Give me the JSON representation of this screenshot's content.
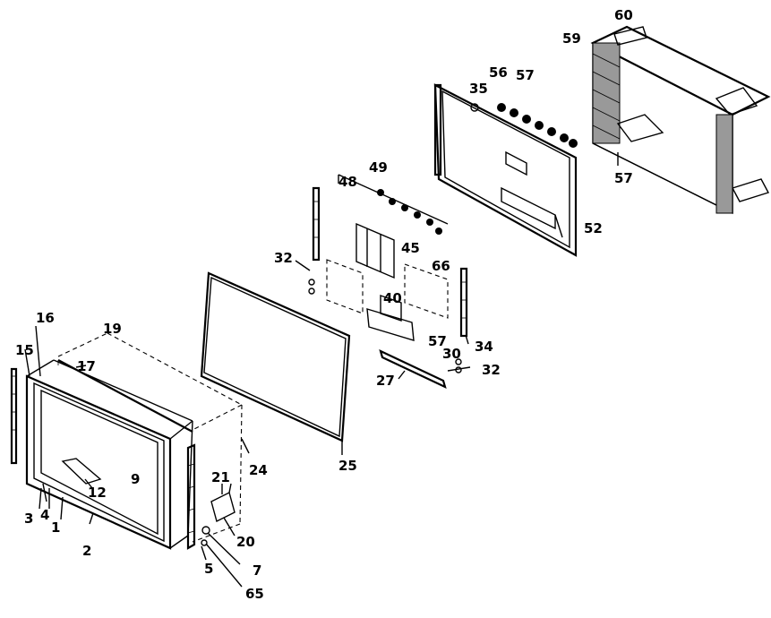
{
  "callouts": [
    "16",
    "19",
    "15",
    "17",
    "3",
    "4",
    "1",
    "2",
    "12",
    "9",
    "21",
    "24",
    "20",
    "5",
    "7",
    "65",
    "25",
    "32",
    "48",
    "49",
    "45",
    "66",
    "40",
    "34",
    "57",
    "30",
    "32",
    "27",
    "52",
    "35",
    "56",
    "57",
    "59",
    "60",
    "57"
  ]
}
